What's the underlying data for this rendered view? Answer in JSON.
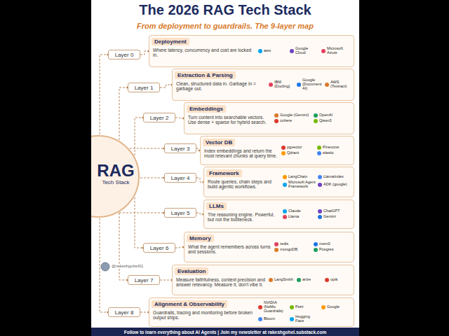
{
  "diagram": {
    "title": "The 2026 RAG Tech Stack",
    "nodes": [
      {
        "text": [
          "RAG",
          "Tech Stack"
        ]
      },
      {
        "text": [
          "Layer 0"
        ]
      },
      {
        "text": [
          "Deployment",
          "Where latency, concurrency and cost are locked in.",
          "aws",
          "Google Cloud",
          "Microsoft Azure"
        ]
      },
      {
        "text": [
          "Layer 1"
        ]
      },
      {
        "text": [
          "Extraction & Parsing",
          "Clean, structured data in. Garbage in = garbage out.",
          "IBM (Docling)",
          "Google (Document AI)",
          "AWS (Textract)"
        ]
      },
      {
        "text": [
          "Layer 2"
        ]
      },
      {
        "text": [
          "Embeddings",
          "Turn content into searchable vectors. Use dense + sparse for hybrid search.",
          "Google (Gemini)",
          "OpenAI",
          "cohere",
          "Qwen3"
        ]
      },
      {
        "text": [
          "Layer 3"
        ]
      },
      {
        "text": [
          "Vector DB",
          "Index embeddings and return the most relevant chunks at query time.",
          "pgvector",
          "Pinecone",
          "Qdrant",
          "elastic"
        ]
      },
      {
        "text": [
          "Layer 4"
        ]
      },
      {
        "text": [
          "Framework",
          "Route queries, chain steps and build agentic workflows.",
          "LangChain",
          "LlamaIndex",
          "Microsoft Agent Framework",
          "ADK (google)"
        ]
      },
      {
        "text": [
          "Layer 5"
        ]
      },
      {
        "text": [
          "LLMs",
          "The reasoning engine. Powerful, but not the bottleneck.",
          "Claude",
          "ChatGPT",
          "Llama",
          "Gemini"
        ]
      },
      {
        "text": [
          "Layer 6"
        ]
      },
      {
        "text": [
          "Memory",
          "What the agent remembers across turns and sessions.",
          "redis",
          "mem0",
          "mongoDB.",
          "Posgres"
        ]
      },
      {
        "text": [
          "Layer 7"
        ]
      },
      {
        "text": [
          "Evaluation",
          "Measure faithfulness, context precision and answer relevancy. Measure it, don't vibe it.",
          "LangSmith",
          "arize",
          "opik"
        ]
      },
      {
        "text": [
          "Layer 8"
        ]
      },
      {
        "text": [
          "Alignment & Observability",
          "Guardrails, tracing and monitoring before broken output ships.",
          "NVIDIA (NeMo Guardrails)",
          "Petri",
          "Google",
          "Bloom",
          "Hugging Face"
        ]
      },
      {
        "text": [
          "Follow to learn everything about AI Agents | Join my newsletter at rakeshgohel.substack.com"
        ]
      }
    ],
    "edges": [
      {
        "from": 0,
        "to": 1,
        "arrow": "none"
      },
      {
        "from": 1,
        "to": 2,
        "arrow": "none"
      },
      {
        "from": 0,
        "to": 3,
        "arrow": "none"
      },
      {
        "from": 3,
        "to": 4,
        "arrow": "none"
      },
      {
        "from": 0,
        "to": 5,
        "arrow": "none"
      },
      {
        "from": 5,
        "to": 6,
        "arrow": "none"
      },
      {
        "from": 0,
        "to": 7,
        "arrow": "none"
      },
      {
        "from": 7,
        "to": 8,
        "arrow": "none"
      },
      {
        "from": 0,
        "to": 9,
        "arrow": "none"
      },
      {
        "from": 9,
        "to": 10,
        "arrow": "none"
      },
      {
        "from": 0,
        "to": 11,
        "arrow": "none"
      },
      {
        "from": 11,
        "to": 12,
        "arrow": "none"
      },
      {
        "from": 0,
        "to": 13,
        "arrow": "none"
      },
      {
        "from": 13,
        "to": 14,
        "arrow": "none"
      },
      {
        "from": 0,
        "to": 15,
        "arrow": "none"
      },
      {
        "from": 15,
        "to": 16,
        "arrow": "none"
      },
      {
        "from": 0,
        "to": 17,
        "arrow": "none"
      },
      {
        "from": 17,
        "to": 18,
        "arrow": "none"
      }
    ],
    "labels": [
      "From deployment to guardrails. The 9-layer map",
      "@rakeshgohel01"
    ]
  }
}
